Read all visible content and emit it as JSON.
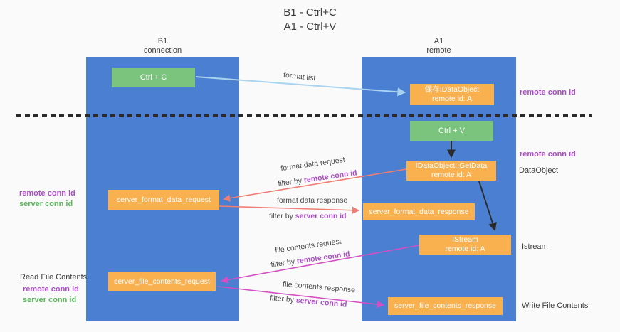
{
  "title": {
    "line1": "B1 - Ctrl+C",
    "line2": "A1 - Ctrl+V"
  },
  "columns": {
    "left": {
      "header_line1": "B1",
      "header_line2": "connection"
    },
    "right": {
      "header_line1": "A1",
      "header_line2": "remote"
    }
  },
  "nodes": {
    "ctrl_c": "Ctrl + C",
    "save_dataobject_line1": "保存IDataObject",
    "save_dataobject_line2": "remote id: A",
    "ctrl_v": "Ctrl + V",
    "getdata_line1": "IDataObject::GetData",
    "getdata_line2": "remote id: A",
    "server_format_data_request": "server_format_data_request",
    "server_format_data_response": "server_format_data_response",
    "istream_line1": "IStream",
    "istream_line2": "remote id: A",
    "server_file_contents_request": "server_file_contents_request",
    "server_file_contents_response": "server_file_contents_response"
  },
  "side_labels": {
    "right_remote_conn_id_top": "remote conn id",
    "right_remote_conn_id_mid": "remote conn id",
    "dataobject": "DataObject",
    "istream": "Istream",
    "write_file_contents": "Write File Contents",
    "read_file_contents": "Read File Contents",
    "left_remote_conn_id_1": "remote conn id",
    "left_server_conn_id_1": "server conn id",
    "left_remote_conn_id_2": "remote conn id",
    "left_server_conn_id_2": "server conn id"
  },
  "arrow_labels": {
    "format_list": "format list",
    "format_data_request": "format data request",
    "format_data_response": "format data response",
    "file_contents_request": "file contents request",
    "file_contents_response": "file contents response",
    "filter_by": "filter by ",
    "remote_conn_id": "remote conn id",
    "server_conn_id": "server conn id"
  },
  "colors": {
    "column_blue": "#4a7fd2",
    "node_green": "#7bc47d",
    "node_orange": "#f9b04e",
    "text_purple": "#ac4ec8",
    "text_green": "#57b95a",
    "arrow_light_blue": "#a9d3ef",
    "arrow_salmon": "#ee7d74",
    "arrow_magenta": "#d44fc4",
    "arrow_black": "#2b2b2b"
  }
}
